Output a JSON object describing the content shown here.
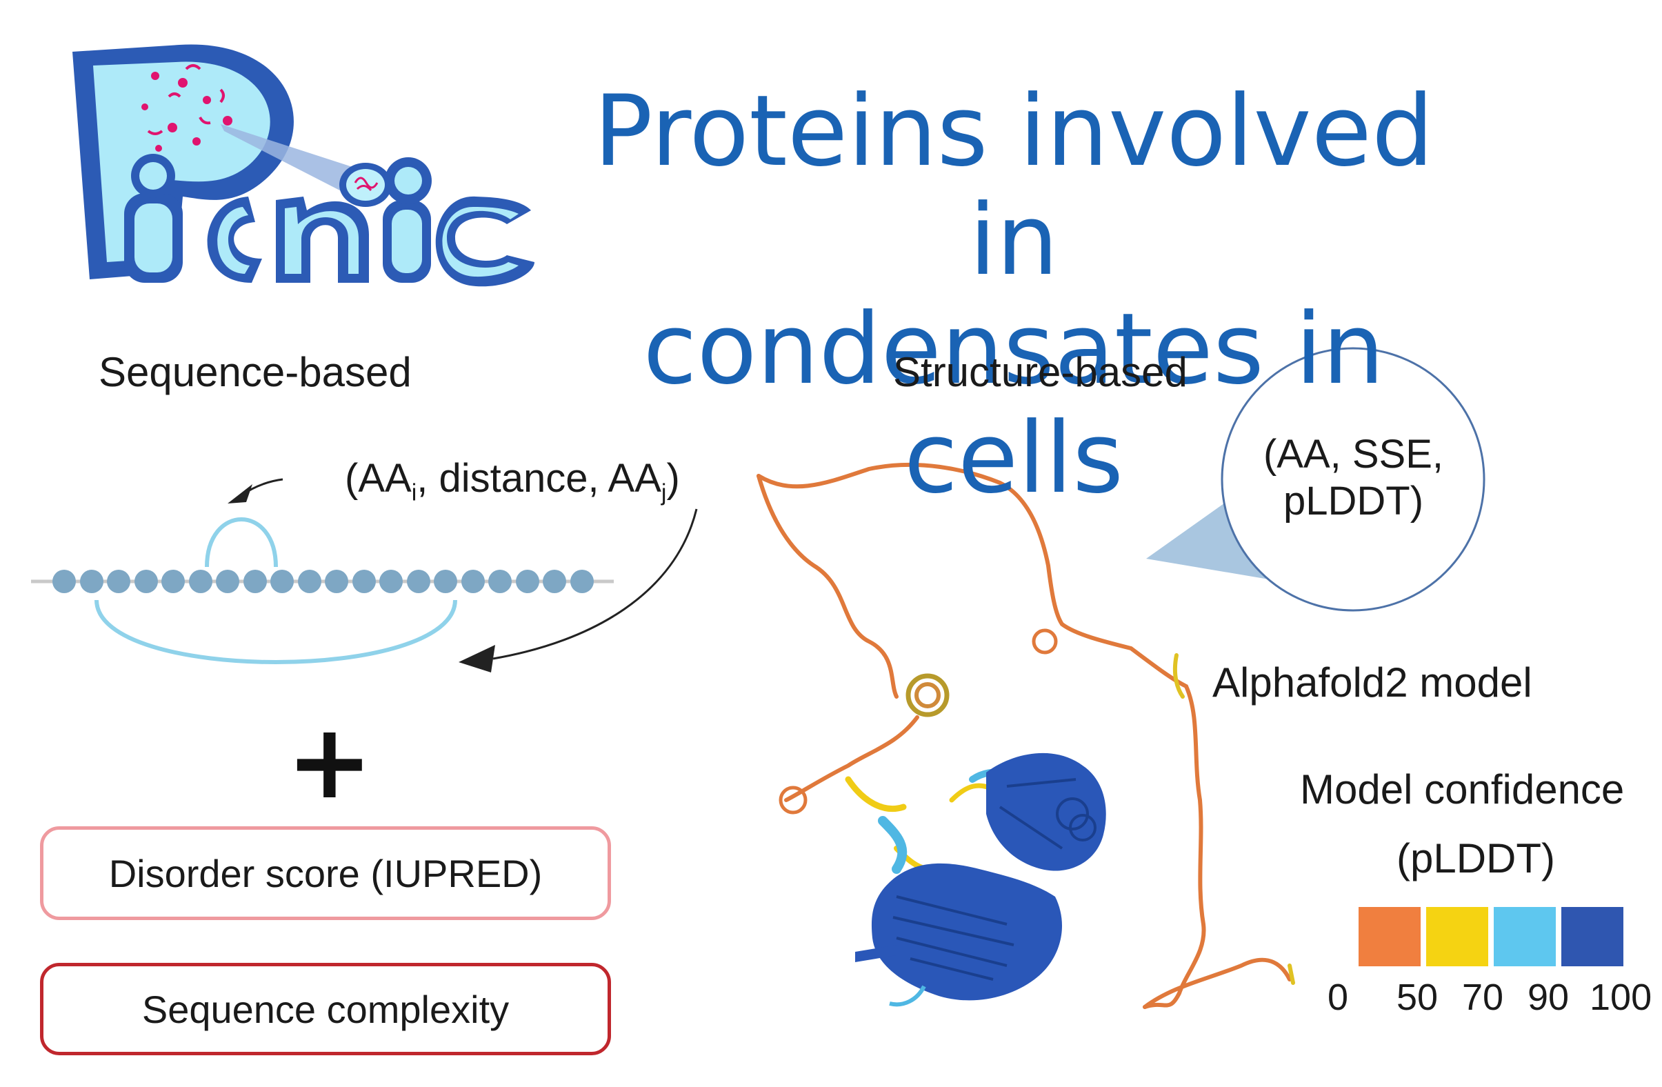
{
  "title": {
    "line1": "Proteins involved in",
    "line2": "condensates in cells"
  },
  "logo": {
    "text": "Picnic"
  },
  "sequence": {
    "heading": "Sequence-based",
    "triple_prefix": "(AA",
    "sub_i": "i",
    "triple_middle": ", distance, AA",
    "sub_j": "j",
    "triple_suffix": ")",
    "plus": "+"
  },
  "features": {
    "disorder": "Disorder score (IUPRED)",
    "complexity": "Sequence complexity"
  },
  "structure": {
    "heading": "Structure-based",
    "bubble_line1": "(AA, SSE,",
    "bubble_line2": "pLDDT)",
    "model_label": "Alphafold2 model"
  },
  "legend": {
    "title_line1": "Model confidence",
    "title_line2": "(pLDDT)",
    "colors": [
      "#f07f3f",
      "#f5d312",
      "#5ec7ef",
      "#2f56b0"
    ],
    "ticks": [
      "0",
      "50",
      "70",
      "90",
      "100"
    ]
  },
  "colors": {
    "title": "#1a63b4",
    "bead": "#7ea7c4",
    "arc": "#8fd2ea",
    "disorder_border": "#ef9a9f",
    "complexity_border": "#c0272d"
  }
}
